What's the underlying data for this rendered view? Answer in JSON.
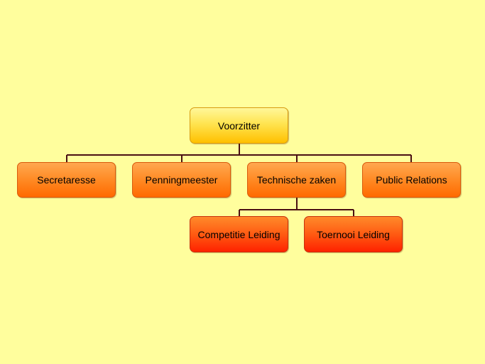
{
  "diagram": {
    "root": {
      "label": "Voorzitter"
    },
    "level1": [
      {
        "label": "Secretaresse"
      },
      {
        "label": "Penningmeester"
      },
      {
        "label": "Technische zaken"
      },
      {
        "label": "Public Relations"
      }
    ],
    "level2": [
      {
        "label": "Competitie Leiding"
      },
      {
        "label": "Toernooi Leiding"
      }
    ]
  },
  "colors": {
    "background": "#fffe9d",
    "connector": "#4a0f12",
    "root_fill": "#ffe450",
    "level1_fill": "#ff8a24",
    "level2_fill": "#ff4a0a"
  }
}
